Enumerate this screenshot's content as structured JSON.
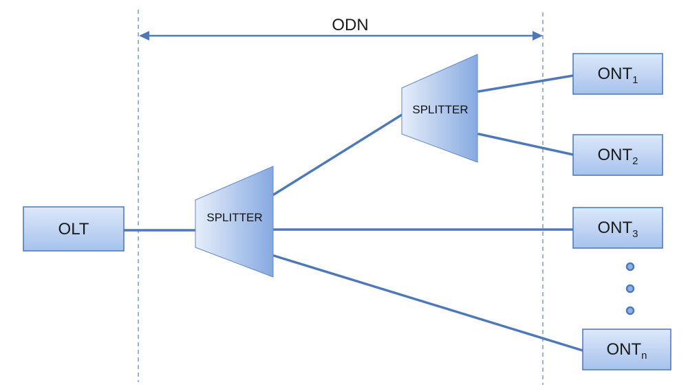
{
  "span": {
    "label": "ODN"
  },
  "olt": {
    "label": "OLT"
  },
  "splitters": [
    {
      "label": "SPLITTER"
    },
    {
      "label": "SPLITTER"
    }
  ],
  "onts": [
    {
      "base": "ONT",
      "sub": "1"
    },
    {
      "base": "ONT",
      "sub": "2"
    },
    {
      "base": "ONT",
      "sub": "3"
    },
    {
      "base": "ONT",
      "sub": "n"
    }
  ],
  "colors": {
    "line": "#4e79b8",
    "box_fill_top": "#dbe7fa",
    "box_fill_bottom": "#a9c4ec",
    "box_stroke": "#4a74b5"
  }
}
